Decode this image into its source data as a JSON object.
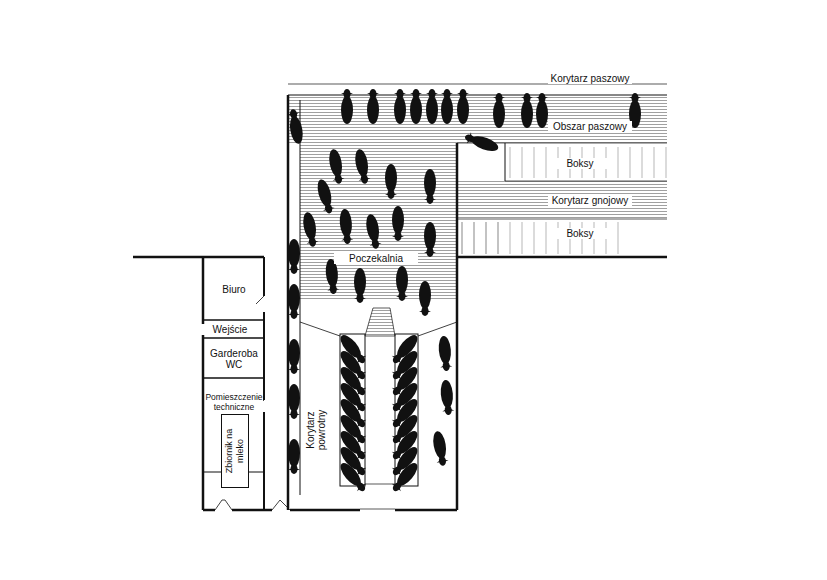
{
  "diagram": {
    "nodes": [
      {
        "text": [
          "Biuro"
        ]
      },
      {
        "text": [
          "Garderoba WC"
        ]
      },
      {
        "text": [
          "Pomieszczenie techniczne"
        ]
      },
      {
        "text": [
          "Zbiornik na mleko"
        ],
        "in": 2
      }
    ],
    "labels": [
      "Korytarz paszowy",
      "Obszar paszowy",
      "Boksy",
      "Korytarz gnojowy",
      "Boksy",
      "Poczekalnia",
      "Wejście",
      "Korytarz powrotny"
    ]
  }
}
